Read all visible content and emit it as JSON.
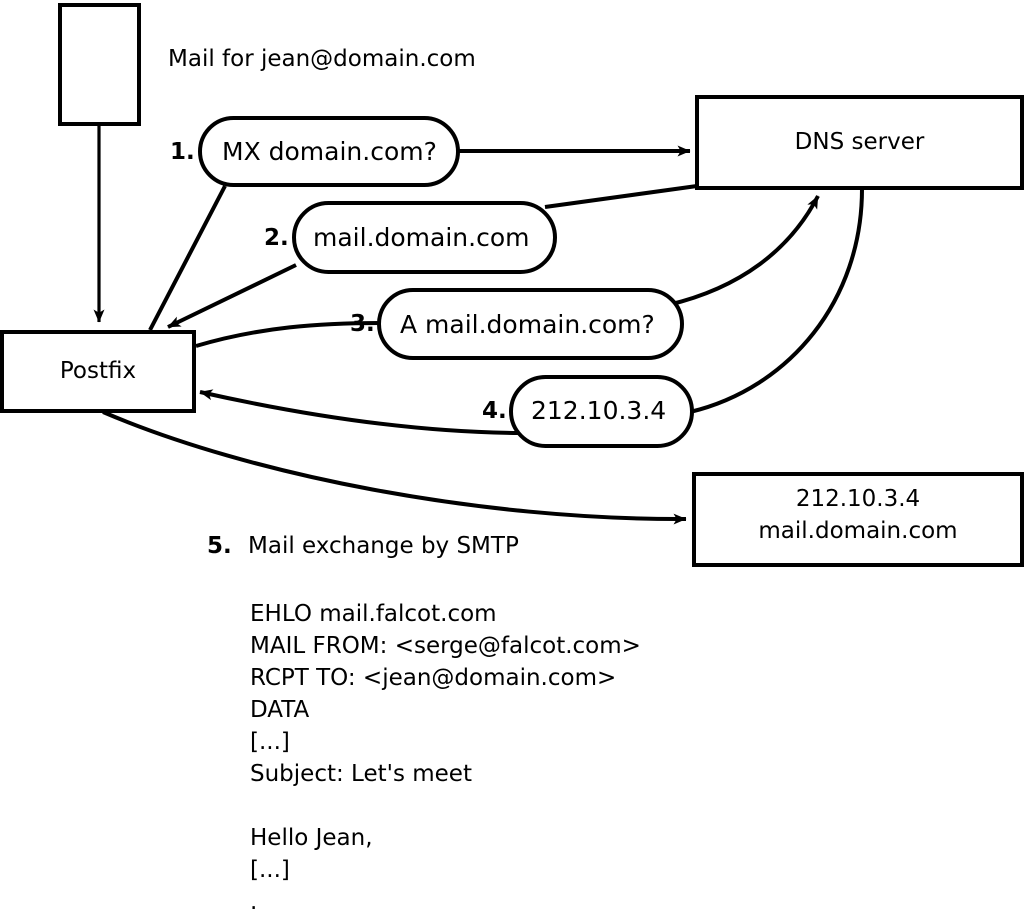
{
  "diagram": {
    "title_label": "Mail for jean@domain.com",
    "nodes": {
      "mail_client": {
        "label": "",
        "name": "mail-client-box"
      },
      "postfix": {
        "label": "Postfix"
      },
      "dns_server": {
        "label": "DNS server"
      },
      "target_server": {
        "line1": "212.10.3.4",
        "line2": "mail.domain.com"
      }
    },
    "steps": [
      {
        "num": "1.",
        "label": "MX domain.com?"
      },
      {
        "num": "2.",
        "label": "mail.domain.com"
      },
      {
        "num": "3.",
        "label": "A mail.domain.com?"
      },
      {
        "num": "4.",
        "label": "212.10.3.4"
      }
    ],
    "step5": {
      "num": "5.",
      "label": "Mail exchange by SMTP"
    },
    "smtp_transcript": "EHLO mail.falcot.com\nMAIL FROM: <serge@falcot.com>\nRCPT TO: <jean@domain.com>\nDATA\n[...]\nSubject: Let's meet\n\nHello Jean,\n[...]\n.",
    "colors": {
      "stroke": "#000000",
      "fill": "#ffffff",
      "background": "#ffffff"
    }
  }
}
